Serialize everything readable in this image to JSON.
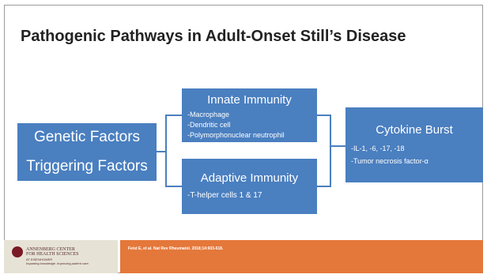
{
  "slide": {
    "title": "Pathogenic Pathways in Adult-Onset Still’s Disease"
  },
  "diagram": {
    "factors": {
      "genetic": "Genetic Factors",
      "triggering": "Triggering Factors"
    },
    "innate": {
      "title": "Innate Immunity",
      "items": [
        "-Macrophage",
        "-Dendritic cell",
        "-Polymorphonuclear neutrophil"
      ]
    },
    "adaptive": {
      "title": "Adaptive Immunity",
      "items": [
        "-T-helper cells 1 & 17"
      ]
    },
    "cytokine": {
      "title": "Cytokine Burst",
      "items": [
        "-IL-1, -6, -17, -18",
        "-Tumor necrosis factor-α"
      ]
    }
  },
  "footer": {
    "logo_line1": "ANNENBERG CENTER",
    "logo_line2": "FOR HEALTH SCIENCES",
    "logo_line3": "AT EISENHOWER",
    "logo_tagline": "Imparting knowledge. Improving patient care.",
    "reference": "Feist E, et al. Nat Rev Rheumatol. 2018;14:603-618."
  },
  "colors": {
    "box": "#4a7fc0",
    "footer_orange": "#e4783a",
    "footer_beige": "#e6e3d6"
  }
}
